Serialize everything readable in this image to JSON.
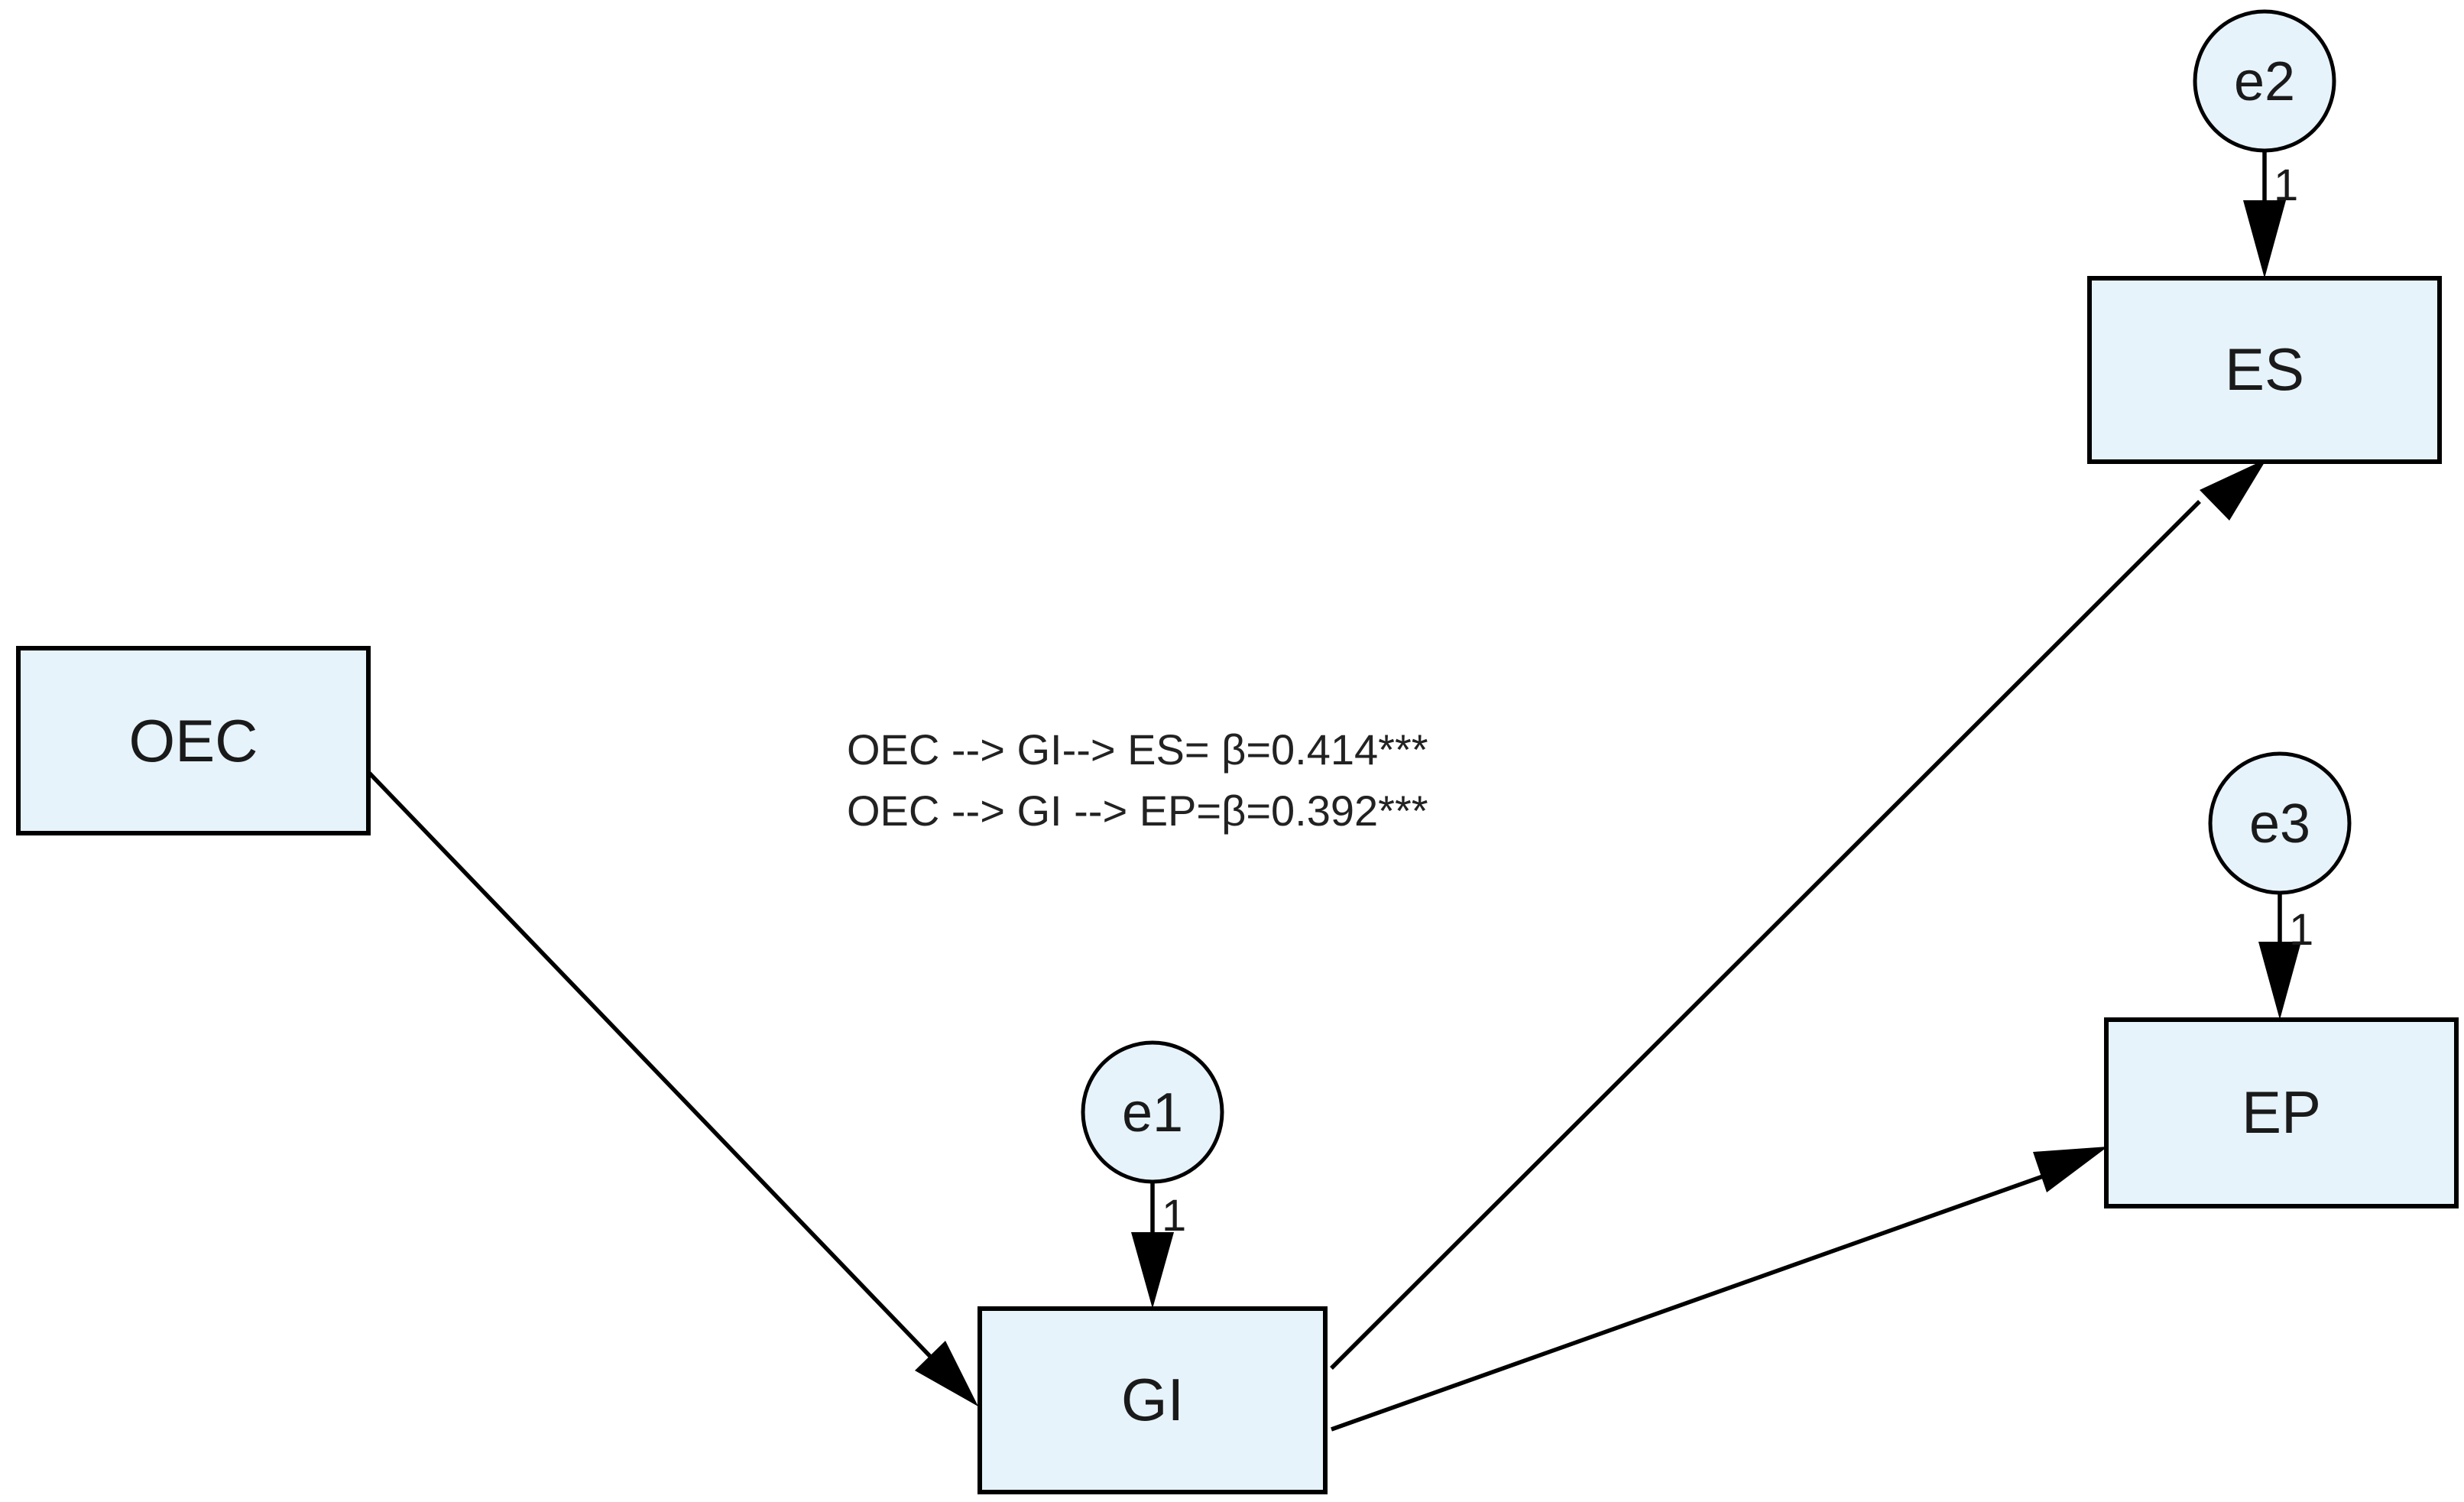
{
  "diagram": {
    "nodes": {
      "oec": "OEC",
      "gi": "GI",
      "es": "ES",
      "ep": "EP"
    },
    "errors": {
      "e1": "e1",
      "e2": "e2",
      "e3": "e3"
    },
    "error_path_labels": {
      "e1": "1",
      "e2": "1",
      "e3": "1"
    },
    "paths": [
      {
        "from": "OEC",
        "to": "GI"
      },
      {
        "from": "GI",
        "to": "ES"
      },
      {
        "from": "GI",
        "to": "EP"
      },
      {
        "from": "e1",
        "to": "GI"
      },
      {
        "from": "e2",
        "to": "ES"
      },
      {
        "from": "e3",
        "to": "EP"
      }
    ],
    "annotation": {
      "line1": "OEC --> GI--> ES= β=0.414***",
      "line2": "OEC --> GI --> EP=β=0.392***"
    },
    "colors": {
      "node_fill": "#e6f3fa",
      "stroke": "#000000"
    }
  }
}
